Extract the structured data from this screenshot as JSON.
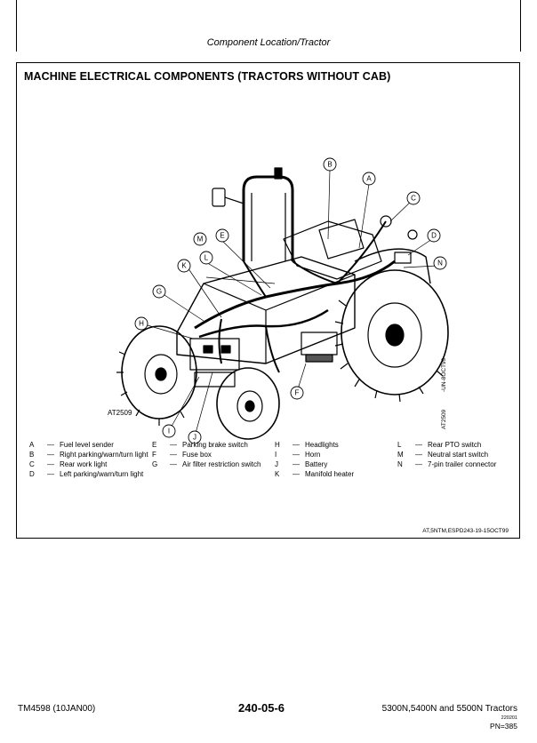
{
  "header": {
    "title": "Component Location/Tractor"
  },
  "section": {
    "title": "MACHINE ELECTRICAL COMPONENTS (TRACTORS WITHOUT CAB)"
  },
  "figure": {
    "id": "AT2509",
    "side_id": "AT2509",
    "side_code": "-UN-8OCT99",
    "callouts": [
      "A",
      "B",
      "C",
      "D",
      "E",
      "F",
      "G",
      "H",
      "I",
      "J",
      "K",
      "L",
      "M",
      "N"
    ]
  },
  "legend": {
    "col1": [
      {
        "key": "A",
        "text": "Fuel level sender"
      },
      {
        "key": "B",
        "text": "Right parking/warn/turn light"
      },
      {
        "key": "C",
        "text": "Rear work light"
      },
      {
        "key": "D",
        "text": "Left parking/warn/turn light"
      }
    ],
    "col2": [
      {
        "key": "E",
        "text": "Parking brake switch"
      },
      {
        "key": "F",
        "text": "Fuse box"
      },
      {
        "key": "G",
        "text": "Air filter restriction switch"
      }
    ],
    "col3": [
      {
        "key": "H",
        "text": "Headlights"
      },
      {
        "key": "I",
        "text": "Horn"
      },
      {
        "key": "J",
        "text": "Battery"
      },
      {
        "key": "K",
        "text": "Manifold heater"
      }
    ],
    "col4": [
      {
        "key": "L",
        "text": "Rear PTO switch"
      },
      {
        "key": "M",
        "text": "Neutral start switch"
      },
      {
        "key": "N",
        "text": "7-pin trailer connector"
      }
    ],
    "dash": "—"
  },
  "ref_code": "AT,5NTM,ESPD243-19-15OCT99",
  "footer": {
    "left": "TM4598 (10JAN00)",
    "center": "240-05-6",
    "right": "5300N,5400N and 5500N Tractors",
    "small": "220201",
    "pn": "PN=385"
  }
}
